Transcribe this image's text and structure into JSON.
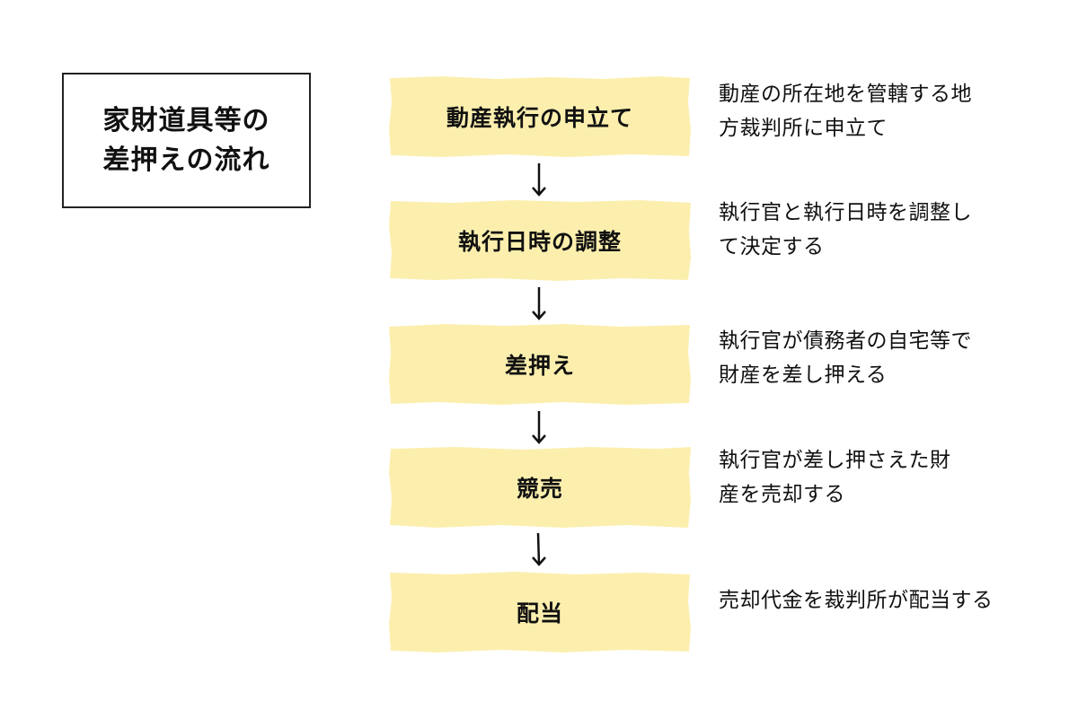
{
  "title": {
    "line1": "家財道具等の",
    "line2": "差押えの流れ"
  },
  "colors": {
    "step_fill": "#FCEFAE",
    "arrow": "#111111",
    "text": "#111111"
  },
  "steps": [
    {
      "label": "動産執行の申立て",
      "desc": [
        "動産の所在地を管轄する地",
        "方裁判所に申立て"
      ]
    },
    {
      "label": "執行日時の調整",
      "desc": [
        "執行官と執行日時を調整し",
        "て決定する"
      ]
    },
    {
      "label": "差押え",
      "desc": [
        "執行官が債務者の自宅等で",
        "財産を差し押える"
      ]
    },
    {
      "label": "競売",
      "desc": [
        "執行官が差し押さえた財",
        "産を売却する"
      ]
    },
    {
      "label": "配当",
      "desc": [
        "売却代金を裁判所が配当する"
      ]
    }
  ],
  "icons": {
    "arrow": "arrow-down-icon"
  }
}
